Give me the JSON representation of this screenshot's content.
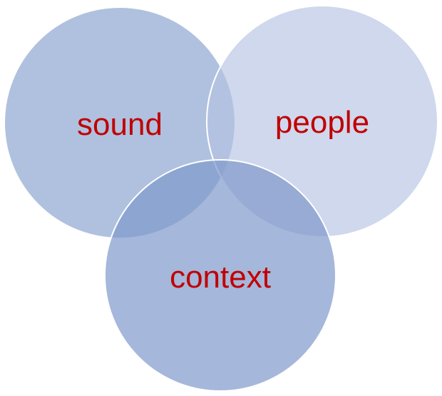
{
  "venn": {
    "sets": [
      {
        "key": "sound",
        "label": "sound",
        "color": "#8fa6d2"
      },
      {
        "key": "people",
        "label": "people",
        "color": "#b5c3e2"
      },
      {
        "key": "context",
        "label": "context",
        "color": "#7f99cb"
      }
    ],
    "label_color": "#c00000",
    "outline_color": "#ffffff"
  }
}
